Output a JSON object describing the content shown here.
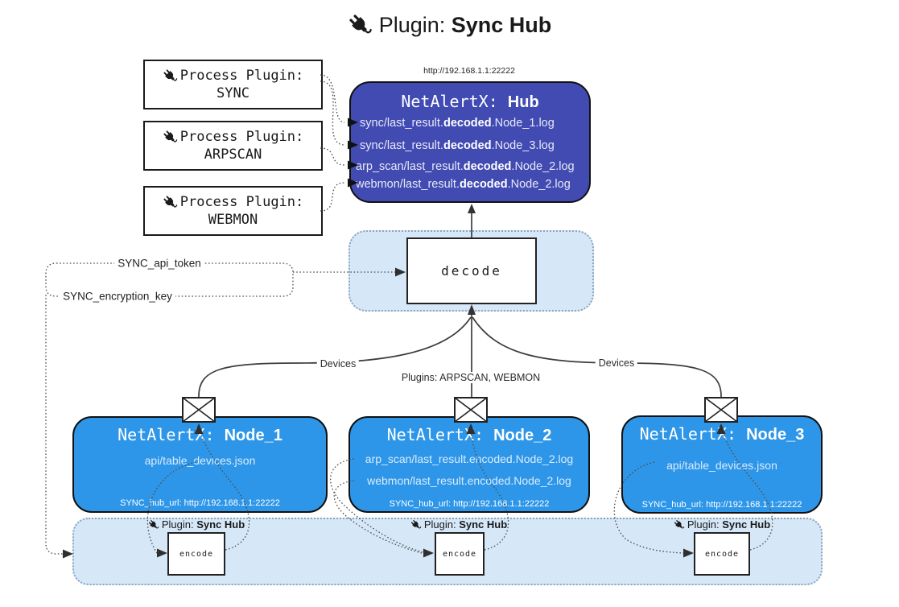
{
  "title": {
    "prefix": "Plugin: ",
    "bold": "Sync Hub"
  },
  "process_plugins": {
    "heading": "Process Plugin:",
    "items": [
      "SYNC",
      "ARPSCAN",
      "WEBMON"
    ]
  },
  "hub": {
    "url": "http://192.168.1.1:22222",
    "name_prefix": "NetAlertX: ",
    "name_bold": "Hub",
    "logs": [
      {
        "pre": "sync/last_result.",
        "bold": "decoded",
        "post": ".Node_1.log"
      },
      {
        "pre": "sync/last_result.",
        "bold": "decoded",
        "post": ".Node_3.log"
      },
      {
        "pre": "arp_scan/last_result.",
        "bold": "decoded",
        "post": ".Node_2.log"
      },
      {
        "pre": "webmon/last_result.",
        "bold": "decoded",
        "post": ".Node_2.log"
      }
    ]
  },
  "decode_box": {
    "label": "decode"
  },
  "config": {
    "api_token": "SYNC_api_token",
    "encryption_key": "SYNC_encryption_key"
  },
  "edge_labels": {
    "devices_left": "Devices",
    "plugins_middle": "Plugins: ARPSCAN, WEBMON",
    "devices_right": "Devices"
  },
  "nodes": [
    {
      "name_prefix": "NetAlertX: ",
      "name_bold": "Node_1",
      "lines": [
        "api/table_devices.json"
      ],
      "footer": "SYNC_hub_url: http://192.168.1.1:22222"
    },
    {
      "name_prefix": "NetAlertX: ",
      "name_bold": "Node_2",
      "lines": [
        "arp_scan/last_result.encoded.Node_2.log",
        "webmon/last_result.encoded.Node_2.log"
      ],
      "footer": "SYNC_hub_url: http://192.168.1.1:22222"
    },
    {
      "name_prefix": "NetAlertX: ",
      "name_bold": "Node_3",
      "lines": [
        "api/table_devices.json"
      ],
      "footer": "SYNC_hub_url: http://192.168.1.1:22222"
    }
  ],
  "encode_band": {
    "label_prefix": "Plugin: ",
    "label_bold": "Sync Hub",
    "encode_label": "encode"
  },
  "colors": {
    "hub_fill": "#414BB2",
    "node_fill": "#2E96E8",
    "panel_fill": "#D6E8F8"
  }
}
